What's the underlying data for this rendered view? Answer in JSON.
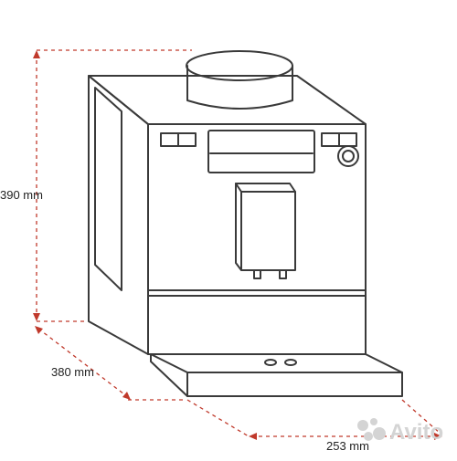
{
  "dimensions": {
    "height_label": "390 mm",
    "depth_label": "380 mm",
    "width_label": "253 mm"
  },
  "colors": {
    "outline": "#3a3a3a",
    "dimension_line": "#c0392b",
    "text": "#222222",
    "watermark": "#d0d0d0"
  },
  "watermark": {
    "text": "Avito"
  }
}
